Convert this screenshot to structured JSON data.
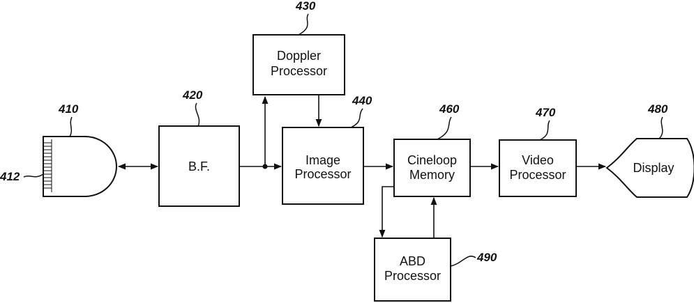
{
  "diagram": {
    "blocks": {
      "probe": {
        "ref": "410",
        "array_ref": "412"
      },
      "bf": {
        "ref": "420",
        "label": "B.F."
      },
      "doppler": {
        "ref": "430",
        "line1": "Doppler",
        "line2": "Processor"
      },
      "image": {
        "ref": "440",
        "line1": "Image",
        "line2": "Processor"
      },
      "cineloop": {
        "ref": "460",
        "line1": "Cineloop",
        "line2": "Memory"
      },
      "video": {
        "ref": "470",
        "line1": "Video",
        "line2": "Processor"
      },
      "display": {
        "ref": "480",
        "label": "Display"
      },
      "abd": {
        "ref": "490",
        "line1": "ABD",
        "line2": "Processor"
      }
    },
    "connections": [
      {
        "from": "probe",
        "to": "bf",
        "direction": "bidirectional"
      },
      {
        "from": "bf",
        "to": "image",
        "direction": "forward"
      },
      {
        "from": "bf",
        "to": "doppler",
        "direction": "forward"
      },
      {
        "from": "doppler",
        "to": "image",
        "direction": "forward"
      },
      {
        "from": "image",
        "to": "cineloop",
        "direction": "forward"
      },
      {
        "from": "cineloop",
        "to": "video",
        "direction": "forward"
      },
      {
        "from": "video",
        "to": "display",
        "direction": "forward"
      },
      {
        "from": "cineloop",
        "to": "abd",
        "direction": "forward"
      },
      {
        "from": "abd",
        "to": "cineloop",
        "direction": "forward"
      }
    ]
  }
}
